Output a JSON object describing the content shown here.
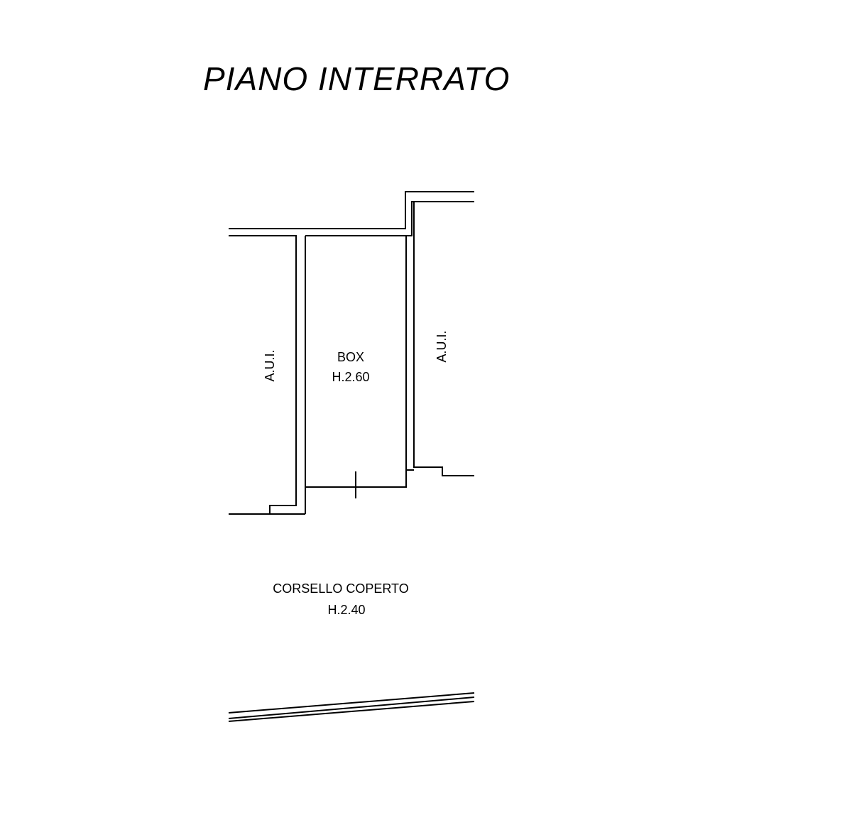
{
  "drawing": {
    "title": "PIANO INTERRATO",
    "rooms": {
      "box_name": "BOX",
      "box_height": "H.2.60",
      "left_unit": "A.U.I.",
      "right_unit": "A.U.I.",
      "corridor_name": "CORSELLO COPERTO",
      "corridor_height": "H.2.40"
    },
    "colors": {
      "ink": "#000000",
      "paper": "#ffffff"
    }
  }
}
